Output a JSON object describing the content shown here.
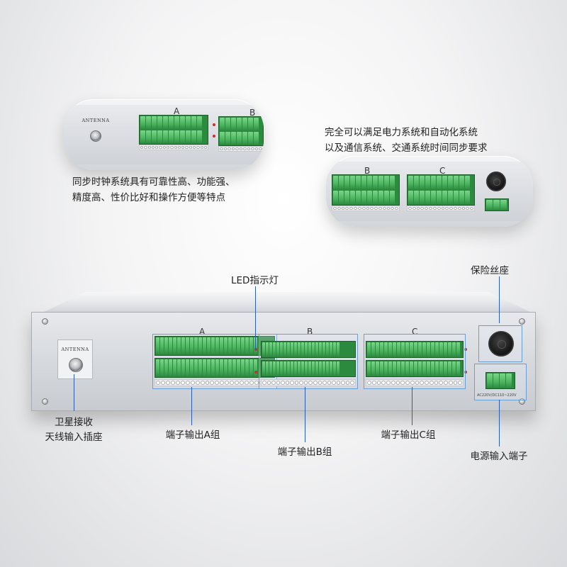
{
  "bubble_top_left": {
    "group_labels": [
      "A",
      "B"
    ],
    "antenna_text": "ANTENNA"
  },
  "bubble_top_right": {
    "group_labels": [
      "B",
      "C"
    ]
  },
  "captions": {
    "left": [
      "同步时钟系统具有可靠性高、功能强、",
      "精度高、性价比好和操作方便等特点"
    ],
    "right": [
      "完全可以满足电力系统和自动化系统",
      "以及通信系统、交通系统时间同步要求"
    ]
  },
  "device": {
    "antenna_text": "ANTENNA",
    "group_labels": [
      "A",
      "B",
      "C"
    ],
    "power_text": "AC220V/DC110~220V"
  },
  "callouts": {
    "led": "LED指示灯",
    "fuse": "保险丝座",
    "antenna": [
      "卫星接收",
      "天线输入插座"
    ],
    "group_a": "端子输出A组",
    "group_b": "端子输出B组",
    "group_c": "端子输出C组",
    "power": "电源输入端子"
  },
  "colors": {
    "terminal_green": "#4cb35f",
    "callout_line": "#2a5fb5",
    "group_box": "#6a9fd6",
    "led_red": "#c6312a"
  }
}
